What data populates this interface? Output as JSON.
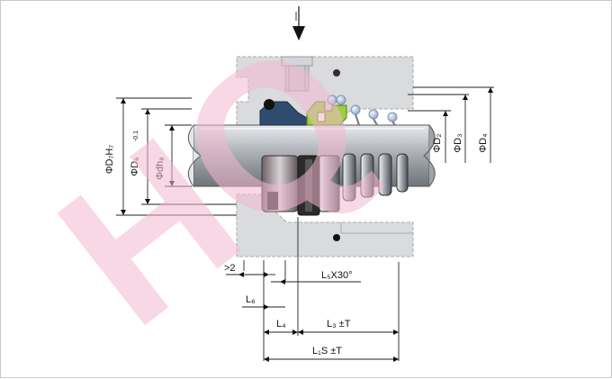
{
  "diagram": {
    "watermark": "HQ",
    "flow_arrow_label": "↓",
    "dimensions": {
      "D7": "ΦD₇H₇",
      "D6": "ΦD₆",
      "D6_tol": "-0.1",
      "d": "Φdh₈",
      "D2": "ΦD₂",
      "D3": "ΦD₃",
      "D4": "ΦD₄",
      "gap": ">2",
      "L5": "L₅X30°",
      "L6": "L₆",
      "L4": "L₄",
      "L3": "L₃ ±T",
      "L1S": "L₁S ±T"
    },
    "colors": {
      "housing": "#dadbdd",
      "shaft": "#9ea3a8",
      "oring_blue": "#2f4b6e",
      "seat_green": "#9ccf3a",
      "ball": "#c5d6ec",
      "dark_oring": "#3a2a30"
    }
  }
}
